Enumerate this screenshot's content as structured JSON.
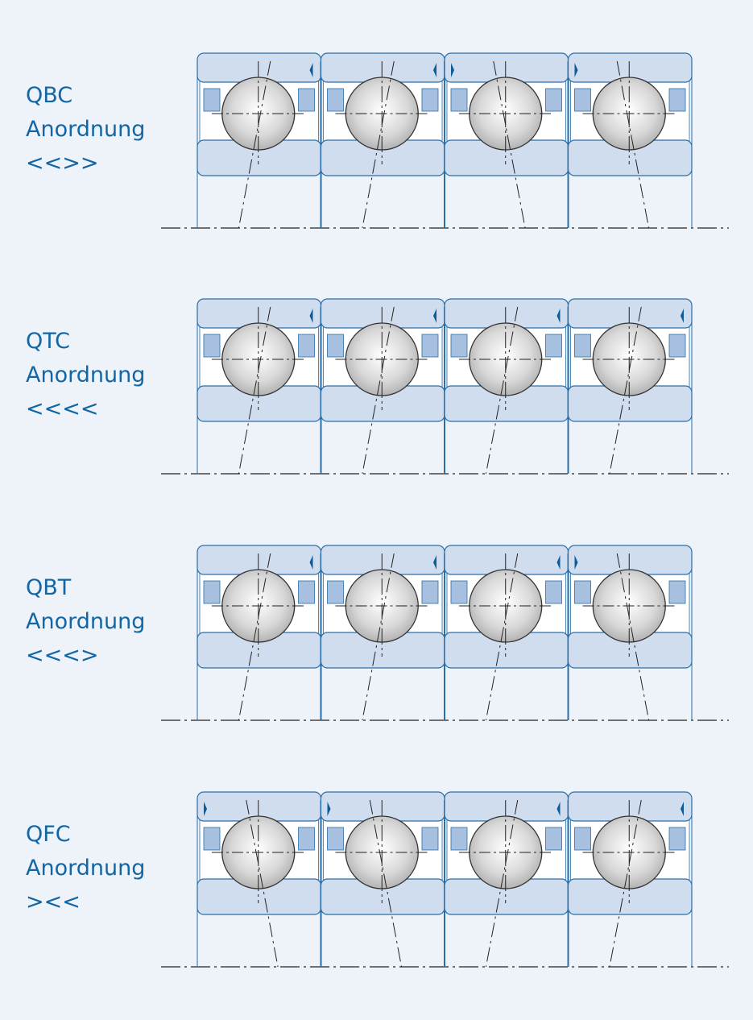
{
  "colors": {
    "background": "#eef3f9",
    "text": "#1266a4",
    "ring_fill": "#d0ddef",
    "ring_stroke": "#2a6fa8",
    "cage_fill": "#a7c0e0",
    "arrow": "#0d5c9a",
    "line": "#222222"
  },
  "arrangements": [
    {
      "code": "QBC",
      "word": "Anordnung",
      "symbol": "<<>>",
      "directions": [
        "<",
        "<",
        ">",
        ">"
      ]
    },
    {
      "code": "QTC",
      "word": "Anordnung",
      "symbol": "<<<<",
      "directions": [
        "<",
        "<",
        "<",
        "<"
      ]
    },
    {
      "code": "QBT",
      "word": "Anordnung",
      "symbol": "<<<>",
      "directions": [
        "<",
        "<",
        "<",
        ">"
      ]
    },
    {
      "code": "QFC",
      "word": "Anordnung",
      "symbol": "><<",
      "directions": [
        ">",
        ">",
        "<",
        "<"
      ]
    }
  ]
}
